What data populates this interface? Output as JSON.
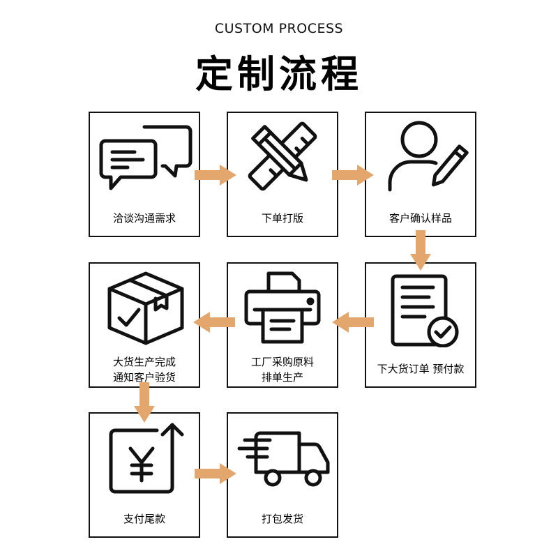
{
  "header": {
    "subtitle": "CUSTOM PROCESS",
    "title": "定制流程"
  },
  "colors": {
    "arrow": "#e3a66d",
    "line": "#111111",
    "background": "#ffffff"
  },
  "steps": [
    {
      "label": "洽谈沟通需求",
      "icon": "chat-bubbles-icon"
    },
    {
      "label": "下单打版",
      "icon": "pencil-ruler-icon"
    },
    {
      "label": "客户确认样品",
      "icon": "user-edit-icon"
    },
    {
      "label": "下大货订单 预付款",
      "icon": "document-check-icon"
    },
    {
      "label": "工厂采购原料",
      "label2": "排单生产",
      "icon": "printer-icon"
    },
    {
      "label": "大货生产完成",
      "label2": "通知客户验货",
      "icon": "box-check-icon"
    },
    {
      "label": "支付尾款",
      "icon": "yuan-payment-icon"
    },
    {
      "label": "打包发货",
      "icon": "delivery-truck-icon"
    }
  ]
}
